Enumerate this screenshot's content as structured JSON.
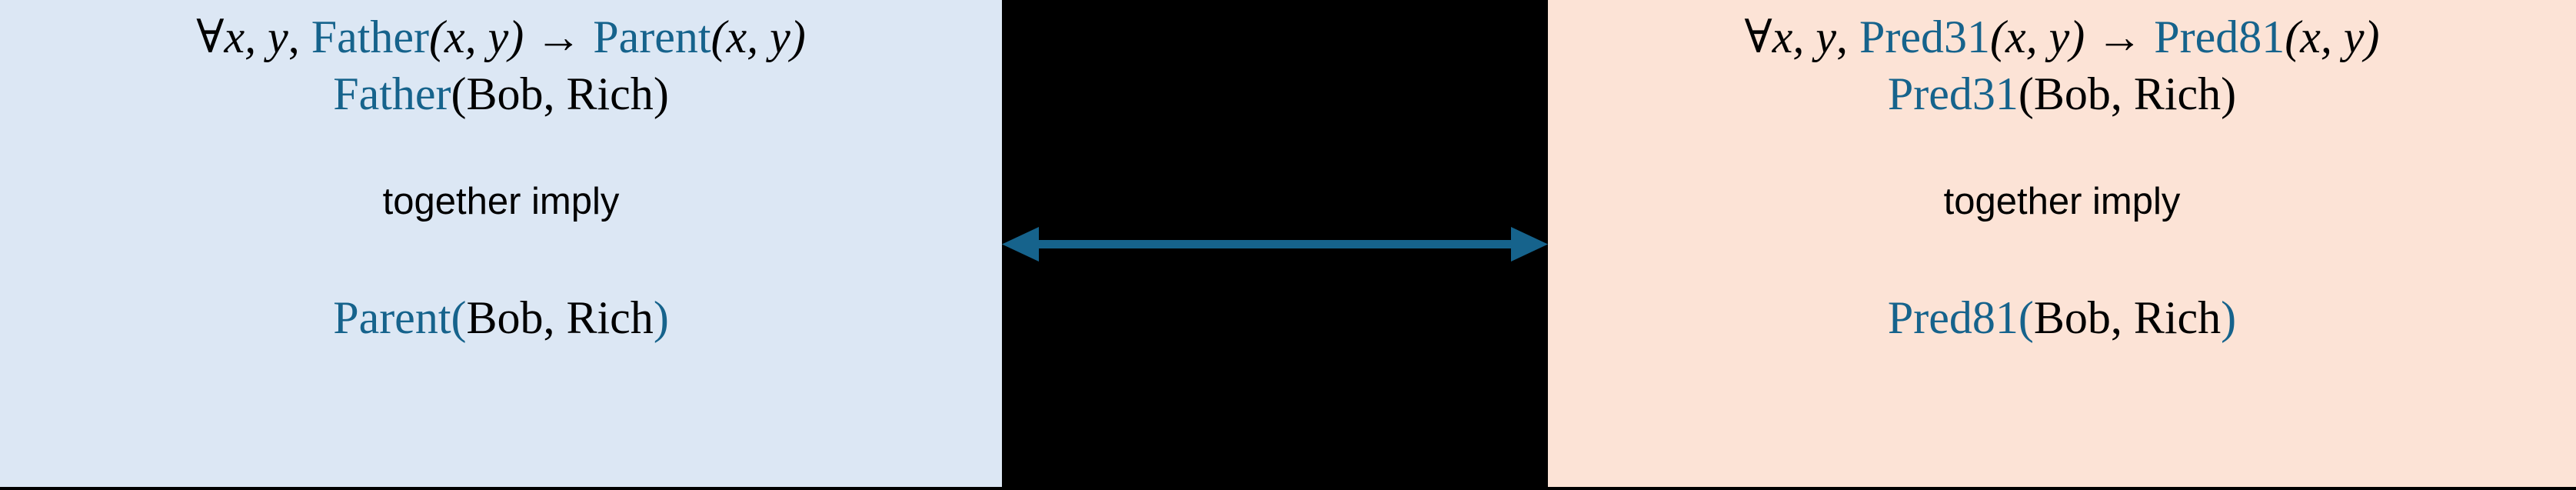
{
  "colors": {
    "left_panel_bg": "#DCE7F4",
    "right_panel_bg": "#FCE3D6",
    "center_band_bg": "#000000",
    "accent_teal": "#16638C",
    "text_black": "#000000"
  },
  "left_panel": {
    "rule": {
      "quantifier": "∀",
      "vars": "x, y",
      "comma_after_vars": ",",
      "antecedent_predicate": "Father",
      "antecedent_args": "(x, y)",
      "implication": "→",
      "consequent_predicate": "Parent",
      "consequent_args": "(x, y)",
      "full_text": "∀x, y, Father(x, y) → Parent(x, y)"
    },
    "fact": {
      "predicate": "Father",
      "open_paren": "(",
      "args": "Bob, Rich",
      "close_paren": ")",
      "full_text": "Father(Bob, Rich)"
    },
    "connector": "together imply",
    "conclusion": {
      "predicate": "Parent",
      "open_paren": "(",
      "args": "Bob, Rich",
      "close_paren": ")",
      "full_text": "Parent(Bob, Rich)"
    }
  },
  "right_panel": {
    "rule": {
      "quantifier": "∀",
      "vars": "x, y",
      "comma_after_vars": ",",
      "antecedent_predicate": "Pred31",
      "antecedent_args": "(x, y)",
      "implication": "→",
      "consequent_predicate": "Pred81",
      "consequent_args": "(x, y)",
      "full_text": "∀x, y, Pred31(x, y) → Pred81(x, y)"
    },
    "fact": {
      "predicate": "Pred31",
      "open_paren": "(",
      "args": "Bob, Rich",
      "close_paren": ")",
      "full_text": "Pred31(Bob, Rich)"
    },
    "connector": "together imply",
    "conclusion": {
      "predicate": "Pred81",
      "open_paren": "(",
      "args": "Bob, Rich",
      "close_paren": ")",
      "full_text": "Pred81(Bob, Rich)"
    }
  },
  "center": {
    "arrow": "double-headed-horizontal-arrow"
  }
}
